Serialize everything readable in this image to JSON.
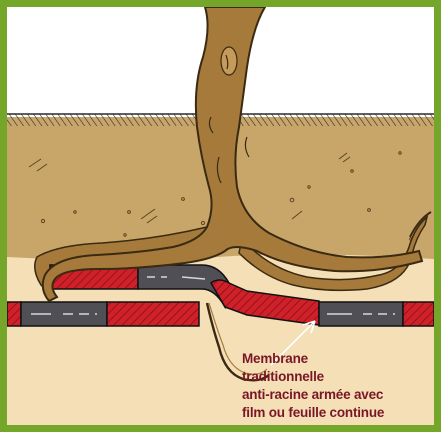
{
  "caption": {
    "line1": "Membrane",
    "line2": "traditionnelle",
    "line3": "anti-racine armée avec",
    "line4": "film ou feuille continue"
  },
  "colors": {
    "frame": "#74a629",
    "soil": "#c8a66a",
    "subsoil": "#f4dfb6",
    "root": "#a57a3b",
    "membrane_red": "#d0202a",
    "membrane_gray": "#4f4f55",
    "caption_text": "#7a1726"
  }
}
